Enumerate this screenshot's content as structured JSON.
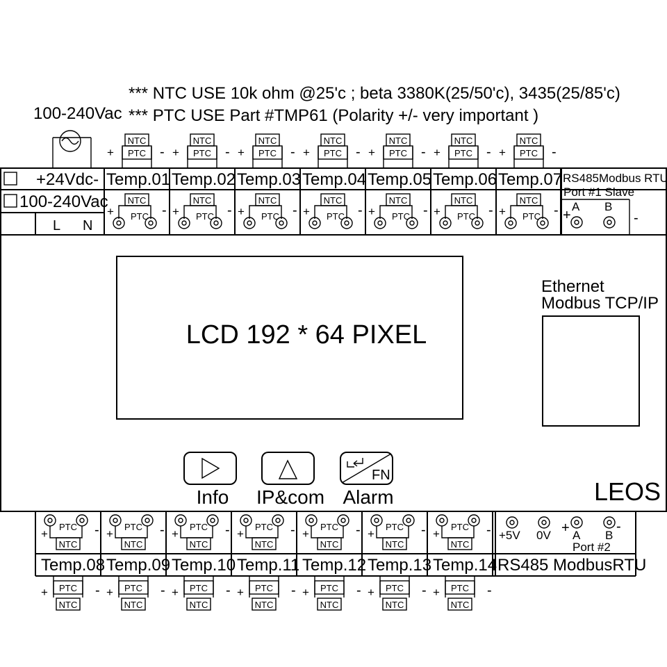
{
  "notes": {
    "ntc": "*** NTC USE 10k ohm @25'c ; beta 3380K(25/50'c), 3435(25/85'c)",
    "ptc": "*** PTC USE Part #TMP61 (Polarity +/- very important )"
  },
  "supply_top_label": "100-240Vac",
  "power": {
    "dc": "+24Vdc-",
    "ac": "100-240Vac",
    "l": "L",
    "n": "N"
  },
  "top_channels": [
    "Temp.01",
    "Temp.02",
    "Temp.03",
    "Temp.04",
    "Temp.05",
    "Temp.06",
    "Temp.07"
  ],
  "bottom_channels": [
    "Temp.08",
    "Temp.09",
    "Temp.10",
    "Temp.11",
    "Temp.12",
    "Temp.13",
    "Temp.14"
  ],
  "sensor": {
    "ntc": "NTC",
    "ptc": "PTC",
    "plus": "+",
    "minus": "-"
  },
  "rs485_top": {
    "line1": "RS485Modbus RTU",
    "line2": "Port #1 Slave",
    "a": "A",
    "b": "B"
  },
  "rs485_bottom": {
    "label": "RS485 ModbusRTU",
    "v5": "+5V",
    "v0": "0V",
    "a": "A",
    "b": "B",
    "port": "Port #2"
  },
  "lcd": "LCD 192 * 64 PIXEL",
  "ethernet": {
    "line1": "Ethernet",
    "line2": "Modbus TCP/IP"
  },
  "buttons": [
    {
      "label": "Info",
      "icon": "play-triangle-icon"
    },
    {
      "label": "IP&com",
      "icon": "up-triangle-icon"
    },
    {
      "label": "Alarm",
      "icon": "enter-fn-icon",
      "icon_text": "FN"
    }
  ],
  "brand": "LEOS"
}
